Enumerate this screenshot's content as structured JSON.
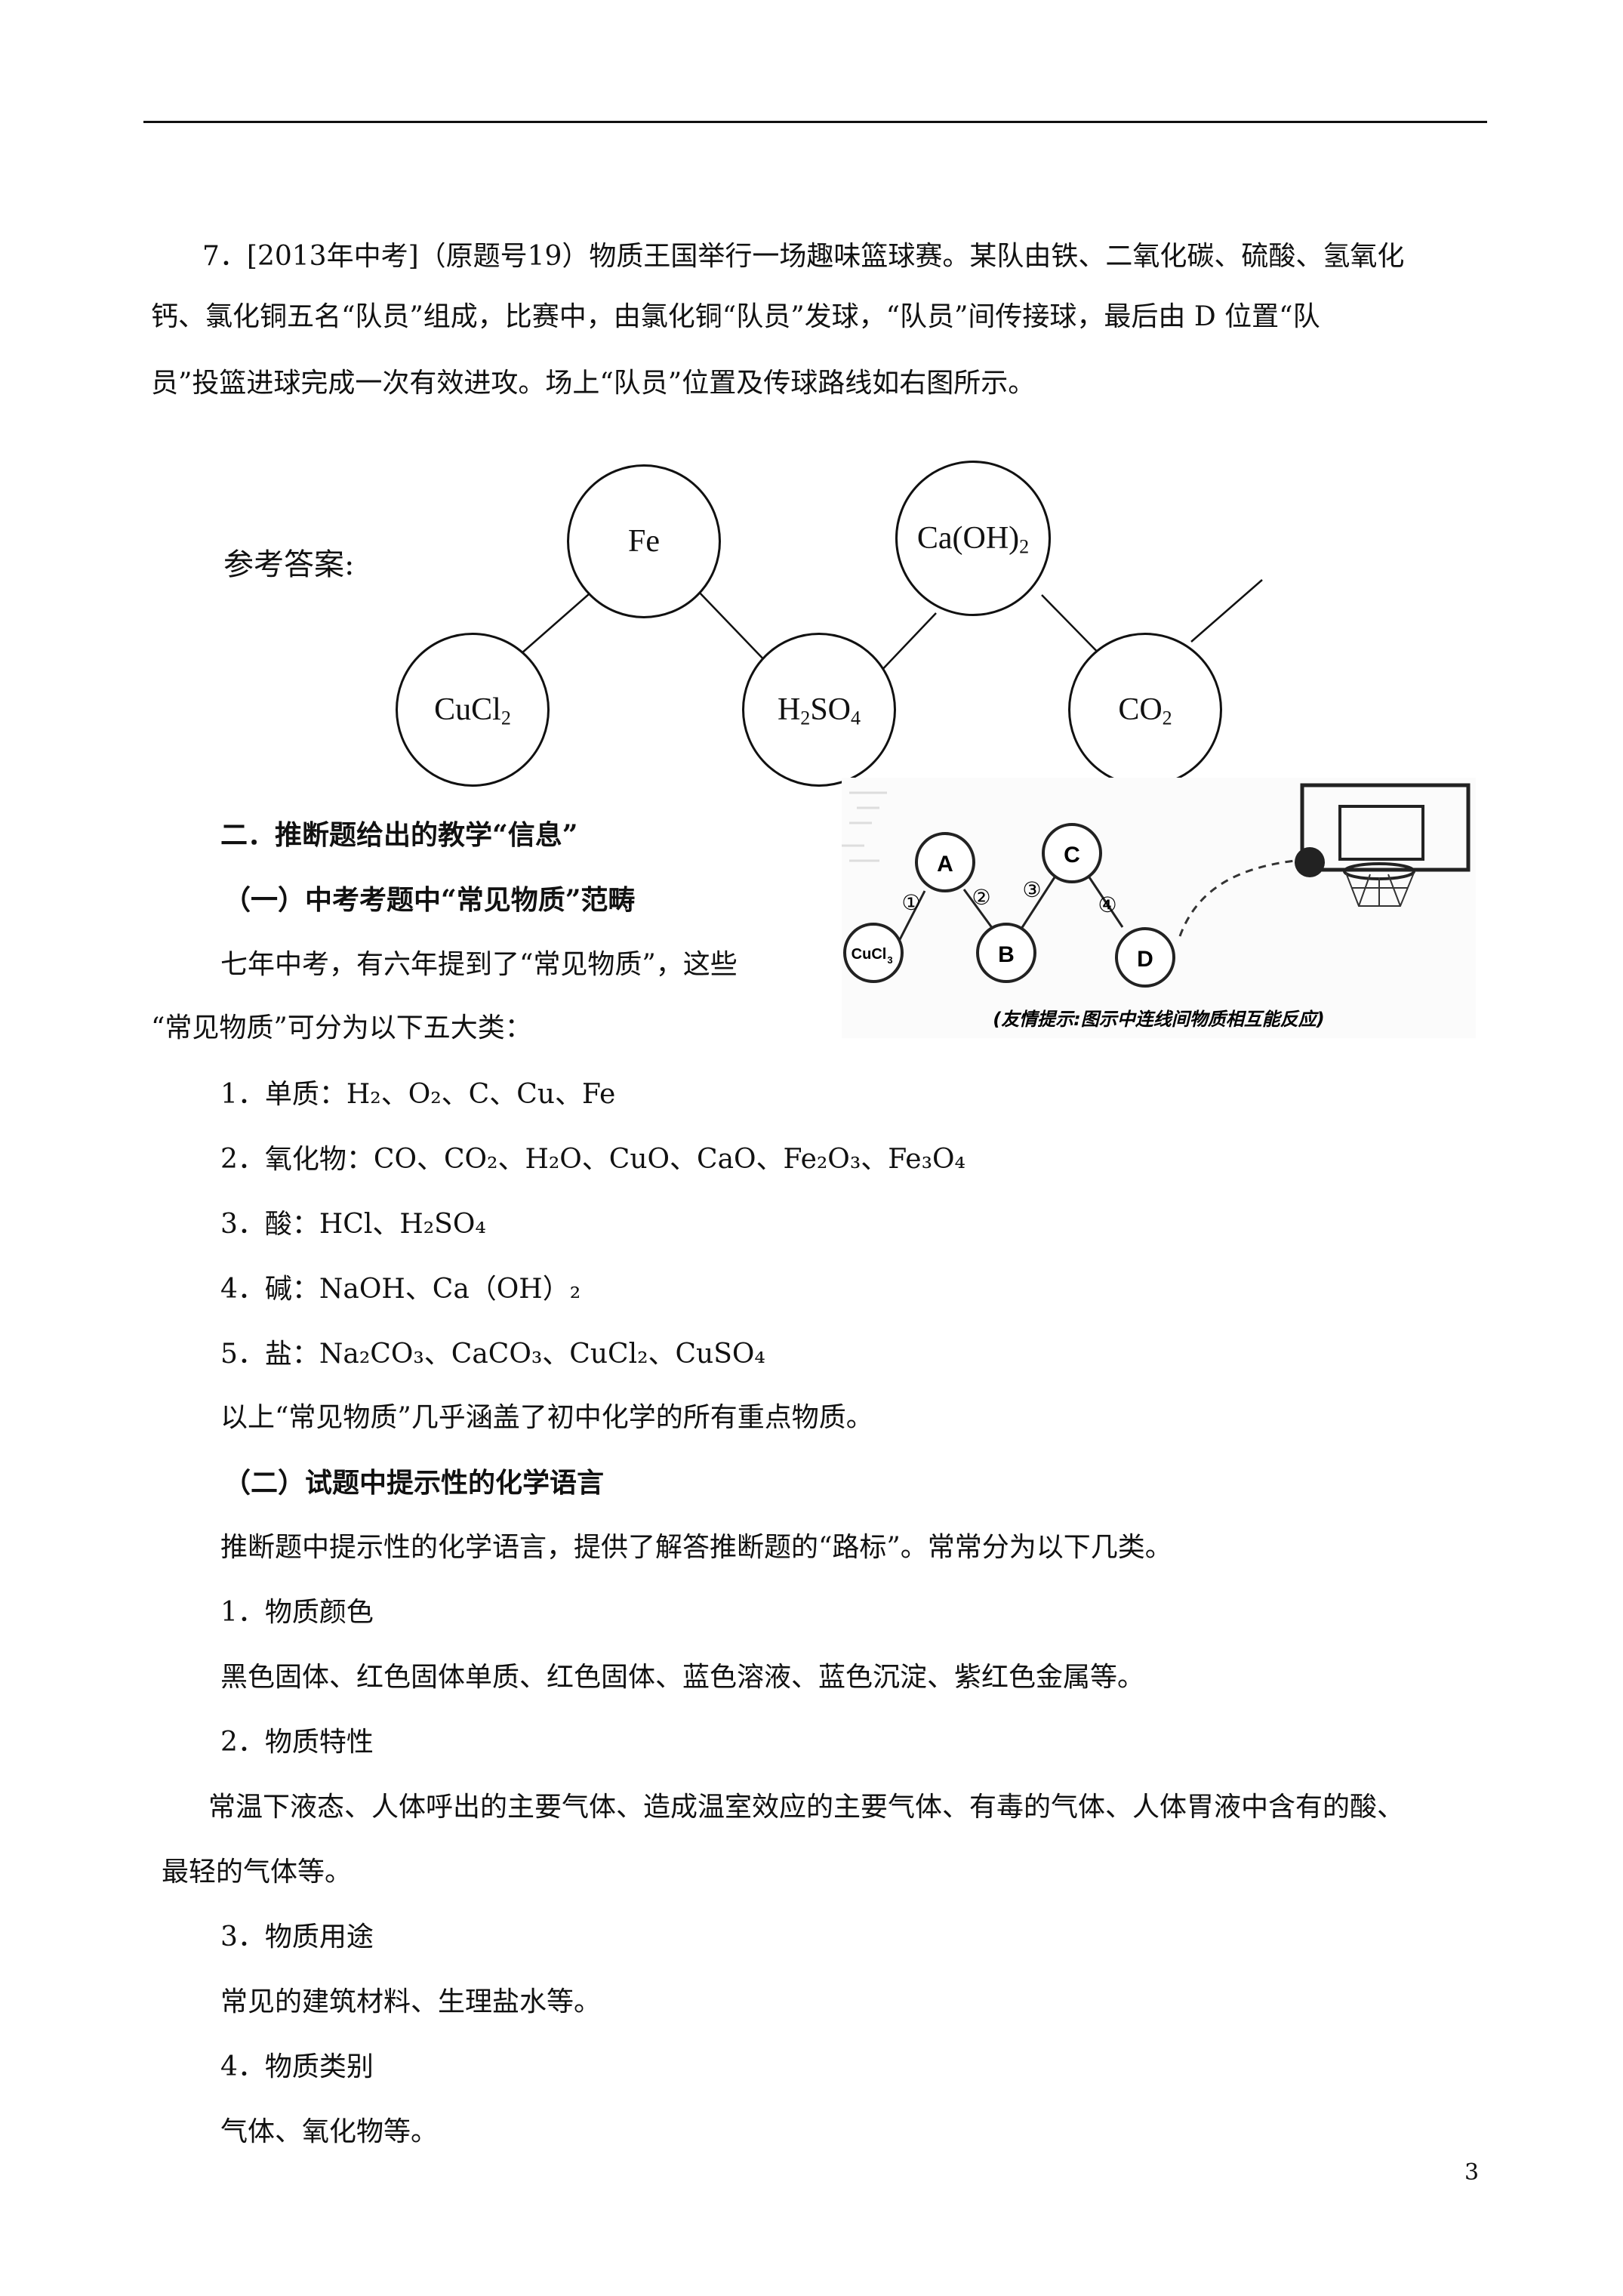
{
  "question": {
    "line1": "7．[2013年中考]（原题号19）物质王国举行一场趣味篮球赛。某队由铁、二氧化碳、硫酸、氢氧化",
    "line2": "钙、氯化铜五名“队员”组成，比赛中，由氯化铜“队员”发球，“队员”间传接球，最后由 D 位置“队",
    "line3": "员”投篮进球完成一次有效进攻。场上“队员”位置及传球路线如右图所示。"
  },
  "answer": {
    "label": "参考答案:",
    "nodes": {
      "fe": "Fe",
      "caoh2_main": "Ca(OH)",
      "caoh2_sub": "2",
      "cucl2_main": "CuCl",
      "cucl2_sub": "2",
      "h2so4_a": "H",
      "h2so4_sub1": "2",
      "h2so4_b": "SO",
      "h2so4_sub2": "4",
      "co2_main": "CO",
      "co2_sub": "2"
    }
  },
  "inset_figure": {
    "nodes": {
      "a": "A",
      "b": "B",
      "c": "C",
      "d": "D",
      "cucl3": "CuCl",
      "cucl3_sub": "3"
    },
    "edge_labels": [
      "①",
      "②",
      "③",
      "④"
    ],
    "caption": "(友情提示:图示中连线间物质相互能反应)"
  },
  "section2": {
    "heading": "二．推断题给出的教学“信息”",
    "sub1": "（一）中考考题中“常见物质”范畴",
    "intro_line1": "七年中考，有六年提到了“常见物质”，这些",
    "intro_line2": "“常见物质”可分为以下五大类：",
    "items": [
      {
        "label": "1．单质：",
        "text": "H₂、O₂、C、Cu、Fe"
      },
      {
        "label": "2．氧化物：",
        "text": "CO、CO₂、H₂O、CuO、CaO、Fe₂O₃、Fe₃O₄"
      },
      {
        "label": "3．酸：",
        "text": "HCl、H₂SO₄"
      },
      {
        "label": "4．碱：",
        "text": "NaOH、Ca（OH）₂"
      },
      {
        "label": "5．盐：",
        "text": "Na₂CO₃、CaCO₃、CuCl₂、CuSO₄"
      }
    ],
    "summary": "以上“常见物质”几乎涵盖了初中化学的所有重点物质。",
    "sub2": "（二）试题中提示性的化学语言",
    "sub2_intro": "推断题中提示性的化学语言，提供了解答推断题的“路标”。常常分为以下几类。",
    "cat1_title": "1．物质颜色",
    "cat1_text": "黑色固体、红色固体单质、红色固体、蓝色溶液、蓝色沉淀、紫红色金属等。",
    "cat2_title": "2．物质特性",
    "cat2_line1": "常温下液态、人体呼出的主要气体、造成温室效应的主要气体、有毒的气体、人体胃液中含有的酸、",
    "cat2_line2": "最轻的气体等。",
    "cat3_title": "3．物质用途",
    "cat3_text": "常见的建筑材料、生理盐水等。",
    "cat4_title": "4．物质类别",
    "cat4_text": "气体、氧化物等。"
  },
  "page_number": "3"
}
